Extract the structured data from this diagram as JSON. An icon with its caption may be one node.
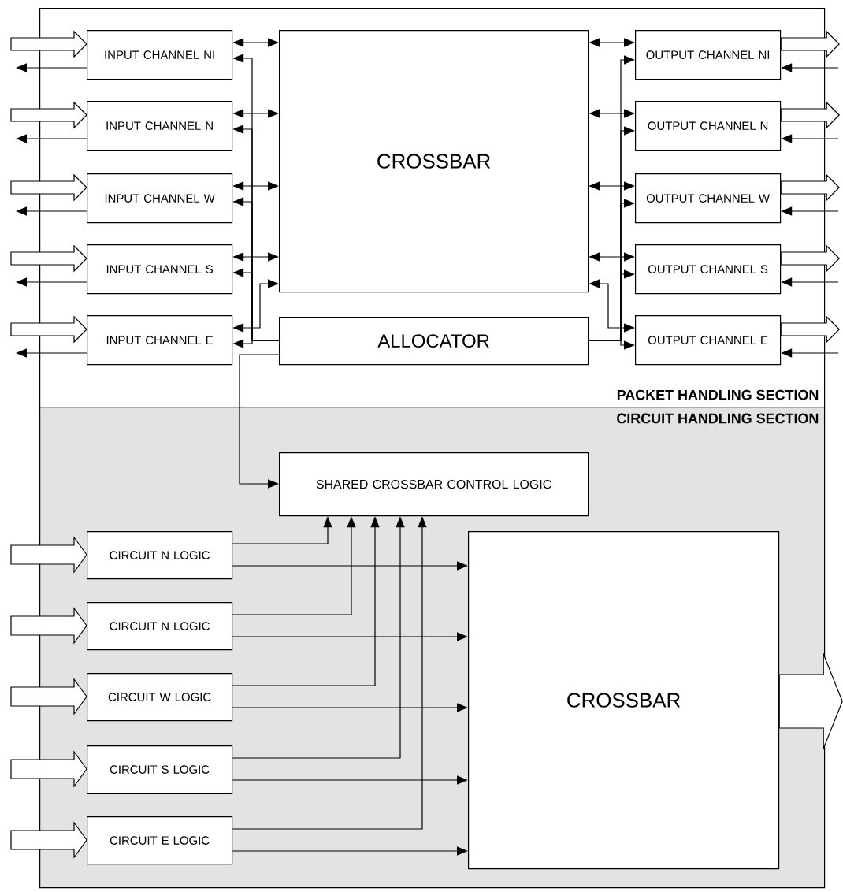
{
  "diagram": {
    "nodes": [
      {
        "text": [
          "PACKET HANDLING SECTION"
        ]
      },
      {
        "text": [
          "CIRCUIT HANDLING SECTION"
        ]
      },
      {
        "text": [
          "INPUT CHANNEL NI"
        ],
        "in": 0
      },
      {
        "text": [
          "INPUT CHANNEL N"
        ],
        "in": 0
      },
      {
        "text": [
          "INPUT CHANNEL W"
        ],
        "in": 0
      },
      {
        "text": [
          "INPUT CHANNEL S"
        ],
        "in": 0
      },
      {
        "text": [
          "INPUT CHANNEL E"
        ],
        "in": 0
      },
      {
        "text": [
          "CROSSBAR"
        ],
        "in": 0
      },
      {
        "text": [
          "ALLOCATOR"
        ],
        "in": 0
      },
      {
        "text": [
          "OUTPUT CHANNEL NI"
        ],
        "in": 0
      },
      {
        "text": [
          "OUTPUT CHANNEL N"
        ],
        "in": 0
      },
      {
        "text": [
          "OUTPUT CHANNEL W"
        ],
        "in": 0
      },
      {
        "text": [
          "OUTPUT CHANNEL S"
        ],
        "in": 0
      },
      {
        "text": [
          "OUTPUT CHANNEL E"
        ],
        "in": 0
      },
      {
        "text": [
          "SHARED CROSSBAR CONTROL LOGIC"
        ],
        "in": 1
      },
      {
        "text": [
          "CIRCUIT N LOGIC"
        ],
        "in": 1
      },
      {
        "text": [
          "CIRCUIT N LOGIC"
        ],
        "in": 1
      },
      {
        "text": [
          "CIRCUIT W LOGIC"
        ],
        "in": 1
      },
      {
        "text": [
          "CIRCUIT S LOGIC"
        ],
        "in": 1
      },
      {
        "text": [
          "CIRCUIT E LOGIC"
        ],
        "in": 1
      },
      {
        "text": [
          "CROSSBAR"
        ],
        "in": 1
      }
    ],
    "edges": [
      {
        "from": 2,
        "to": 7,
        "arrow": "both"
      },
      {
        "from": 3,
        "to": 7,
        "arrow": "both"
      },
      {
        "from": 4,
        "to": 7,
        "arrow": "both"
      },
      {
        "from": 5,
        "to": 7,
        "arrow": "both"
      },
      {
        "from": 6,
        "to": 7,
        "arrow": "both"
      },
      {
        "from": 8,
        "to": 2,
        "arrow": "to"
      },
      {
        "from": 8,
        "to": 3,
        "arrow": "to"
      },
      {
        "from": 8,
        "to": 4,
        "arrow": "to"
      },
      {
        "from": 8,
        "to": 5,
        "arrow": "to"
      },
      {
        "from": 8,
        "to": 6,
        "arrow": "to"
      },
      {
        "from": 7,
        "to": 9,
        "arrow": "both"
      },
      {
        "from": 7,
        "to": 10,
        "arrow": "both"
      },
      {
        "from": 7,
        "to": 11,
        "arrow": "both"
      },
      {
        "from": 7,
        "to": 12,
        "arrow": "both"
      },
      {
        "from": 7,
        "to": 13,
        "arrow": "both"
      },
      {
        "from": 8,
        "to": 9,
        "arrow": "to"
      },
      {
        "from": 8,
        "to": 10,
        "arrow": "to"
      },
      {
        "from": 8,
        "to": 11,
        "arrow": "to"
      },
      {
        "from": 8,
        "to": 12,
        "arrow": "to"
      },
      {
        "from": 8,
        "to": 13,
        "arrow": "to"
      },
      {
        "from": 8,
        "to": 14,
        "arrow": "to"
      },
      {
        "from": 15,
        "to": 14,
        "arrow": "to"
      },
      {
        "from": 16,
        "to": 14,
        "arrow": "to"
      },
      {
        "from": 17,
        "to": 14,
        "arrow": "to"
      },
      {
        "from": 18,
        "to": 14,
        "arrow": "to"
      },
      {
        "from": 19,
        "to": 14,
        "arrow": "to"
      },
      {
        "from": 15,
        "to": 20,
        "arrow": "to"
      },
      {
        "from": 16,
        "to": 20,
        "arrow": "to"
      },
      {
        "from": 17,
        "to": 20,
        "arrow": "to"
      },
      {
        "from": 18,
        "to": 20,
        "arrow": "to"
      },
      {
        "from": 19,
        "to": 20,
        "arrow": "to"
      },
      {
        "from": null,
        "to": 2,
        "arrow": "to",
        "style": "thick"
      },
      {
        "from": null,
        "to": 3,
        "arrow": "to",
        "style": "thick"
      },
      {
        "from": null,
        "to": 4,
        "arrow": "to",
        "style": "thick"
      },
      {
        "from": null,
        "to": 5,
        "arrow": "to",
        "style": "thick"
      },
      {
        "from": null,
        "to": 6,
        "arrow": "to",
        "style": "thick"
      },
      {
        "from": 2,
        "to": null,
        "arrow": "to"
      },
      {
        "from": 3,
        "to": null,
        "arrow": "to"
      },
      {
        "from": 4,
        "to": null,
        "arrow": "to"
      },
      {
        "from": 5,
        "to": null,
        "arrow": "to"
      },
      {
        "from": 6,
        "to": null,
        "arrow": "to"
      },
      {
        "from": 9,
        "to": null,
        "arrow": "to",
        "style": "thick"
      },
      {
        "from": 10,
        "to": null,
        "arrow": "to",
        "style": "thick"
      },
      {
        "from": 11,
        "to": null,
        "arrow": "to",
        "style": "thick"
      },
      {
        "from": 12,
        "to": null,
        "arrow": "to",
        "style": "thick"
      },
      {
        "from": 13,
        "to": null,
        "arrow": "to",
        "style": "thick"
      },
      {
        "from": null,
        "to": 9,
        "arrow": "to"
      },
      {
        "from": null,
        "to": 10,
        "arrow": "to"
      },
      {
        "from": null,
        "to": 11,
        "arrow": "to"
      },
      {
        "from": null,
        "to": 12,
        "arrow": "to"
      },
      {
        "from": null,
        "to": 13,
        "arrow": "to"
      },
      {
        "from": null,
        "to": 15,
        "arrow": "to",
        "style": "thick"
      },
      {
        "from": null,
        "to": 16,
        "arrow": "to",
        "style": "thick"
      },
      {
        "from": null,
        "to": 17,
        "arrow": "to",
        "style": "thick"
      },
      {
        "from": null,
        "to": 18,
        "arrow": "to",
        "style": "thick"
      },
      {
        "from": null,
        "to": 19,
        "arrow": "to",
        "style": "thick"
      },
      {
        "from": 20,
        "to": null,
        "arrow": "to",
        "style": "thick"
      }
    ]
  }
}
